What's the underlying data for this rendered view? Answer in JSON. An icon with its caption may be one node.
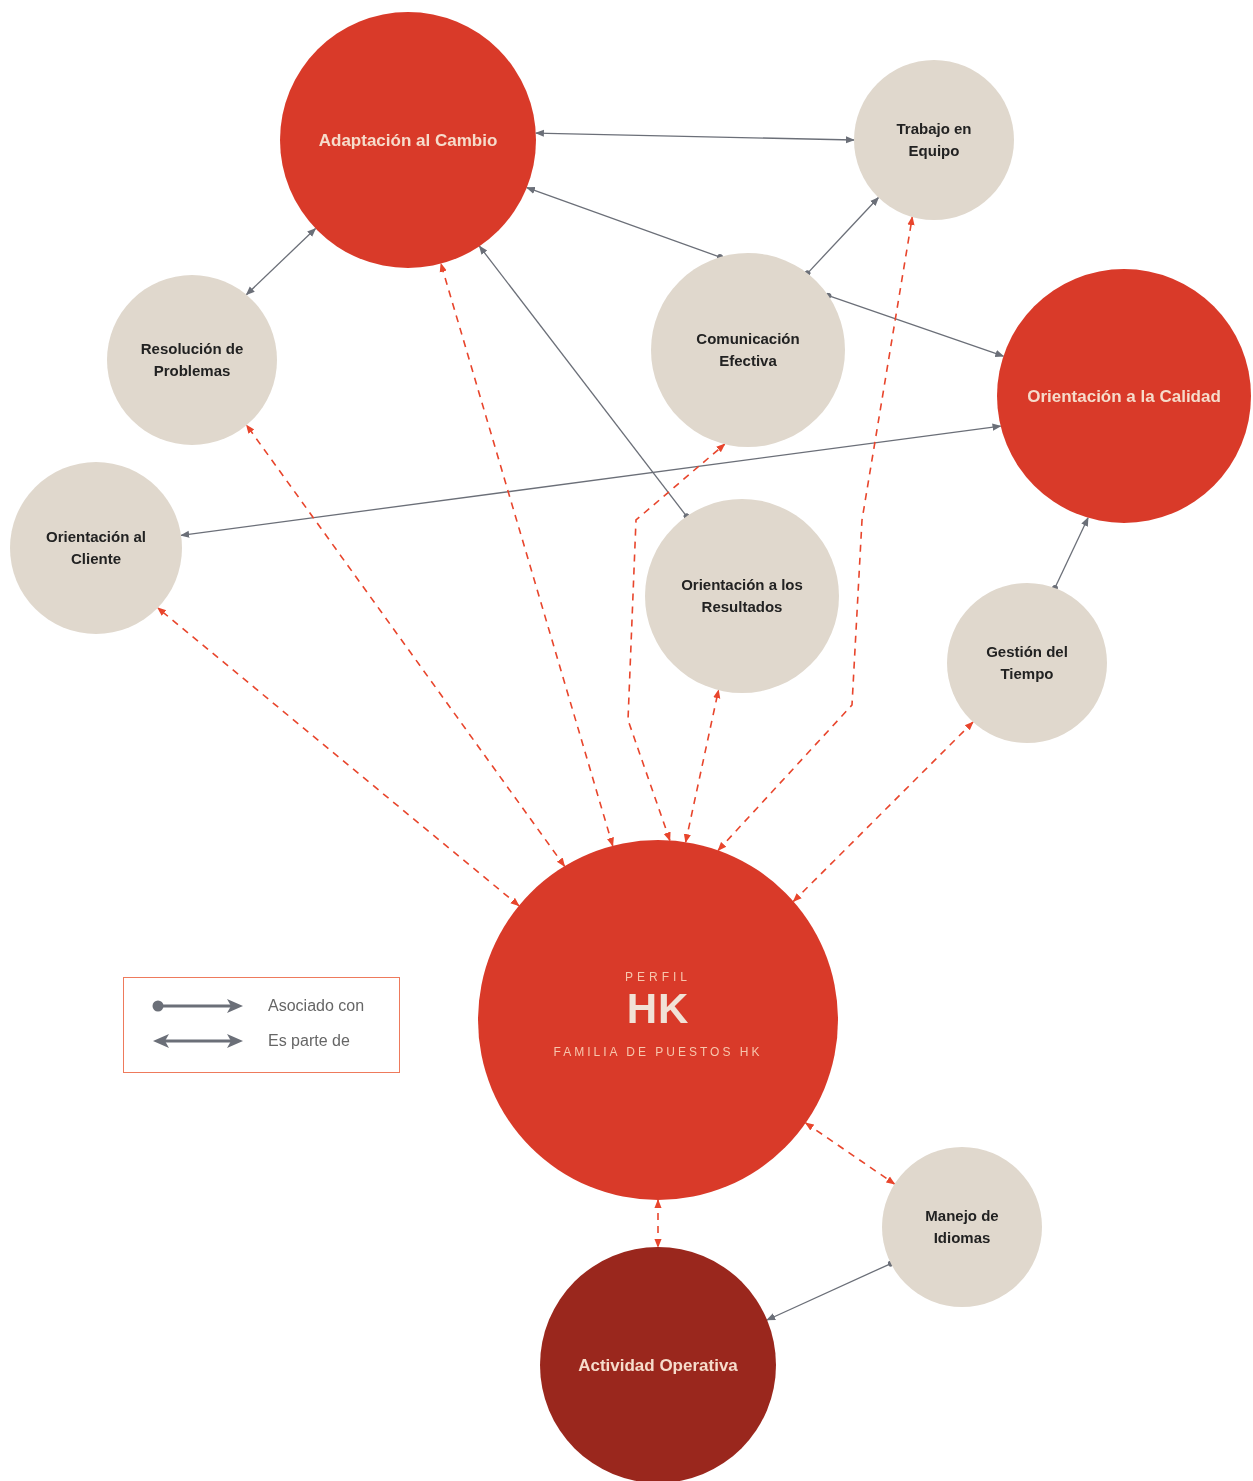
{
  "diagram": {
    "nodes": [
      {
        "text": [
          "Adaptación al Cambio"
        ]
      },
      {
        "text": [
          "Trabajo en Equipo"
        ]
      },
      {
        "text": [
          "Resolución de Problemas"
        ]
      },
      {
        "text": [
          "Comunicación Efectiva"
        ]
      },
      {
        "text": [
          "Orientación a la Calidad"
        ]
      },
      {
        "text": [
          "Orientación al Cliente"
        ]
      },
      {
        "text": [
          "Orientación a los Resultados"
        ]
      },
      {
        "text": [
          "Gestión del Tiempo"
        ]
      },
      {
        "text": [
          "PERFIL",
          "HK",
          "FAMILIA DE PUESTOS HK"
        ]
      },
      {
        "text": [
          "Manejo de Idiomas"
        ]
      },
      {
        "text": [
          "Actividad Operativa"
        ]
      }
    ],
    "edges": [
      {
        "from": 0,
        "to": 1,
        "arrow": "both"
      },
      {
        "from": 3,
        "to": 0,
        "arrow": "to"
      },
      {
        "from": 3,
        "to": 1,
        "arrow": "to"
      },
      {
        "from": 3,
        "to": 4,
        "arrow": "to"
      },
      {
        "from": 2,
        "to": 0,
        "arrow": "both"
      },
      {
        "from": 6,
        "to": 0,
        "arrow": "to"
      },
      {
        "from": 4,
        "to": 5,
        "arrow": "both"
      },
      {
        "from": 7,
        "to": 4,
        "arrow": "to"
      },
      {
        "from": 9,
        "to": 10,
        "arrow": "to"
      },
      {
        "from": 8,
        "to": 5,
        "arrow": "both",
        "style": "dashed",
        "color": "#e8452c"
      },
      {
        "from": 8,
        "to": 2,
        "arrow": "both",
        "style": "dashed",
        "color": "#e8452c"
      },
      {
        "from": 8,
        "to": 0,
        "arrow": "both",
        "style": "dashed",
        "color": "#e8452c"
      },
      {
        "from": 8,
        "to": 3,
        "arrow": "both",
        "style": "dashed",
        "color": "#e8452c"
      },
      {
        "from": 8,
        "to": 6,
        "arrow": "both",
        "style": "dashed",
        "color": "#e8452c"
      },
      {
        "from": 8,
        "to": 1,
        "arrow": "both",
        "style": "dashed",
        "color": "#e8452c"
      },
      {
        "from": 8,
        "to": 7,
        "arrow": "both",
        "style": "dashed",
        "color": "#e8452c"
      },
      {
        "from": 8,
        "to": 9,
        "arrow": "both",
        "style": "dashed",
        "color": "#e8452c"
      },
      {
        "from": 8,
        "to": 10,
        "arrow": "both",
        "style": "dashed",
        "color": "#e8452c"
      }
    ],
    "legend": [
      {
        "text": "Asociado con"
      },
      {
        "text": "Es parte de"
      }
    ]
  }
}
